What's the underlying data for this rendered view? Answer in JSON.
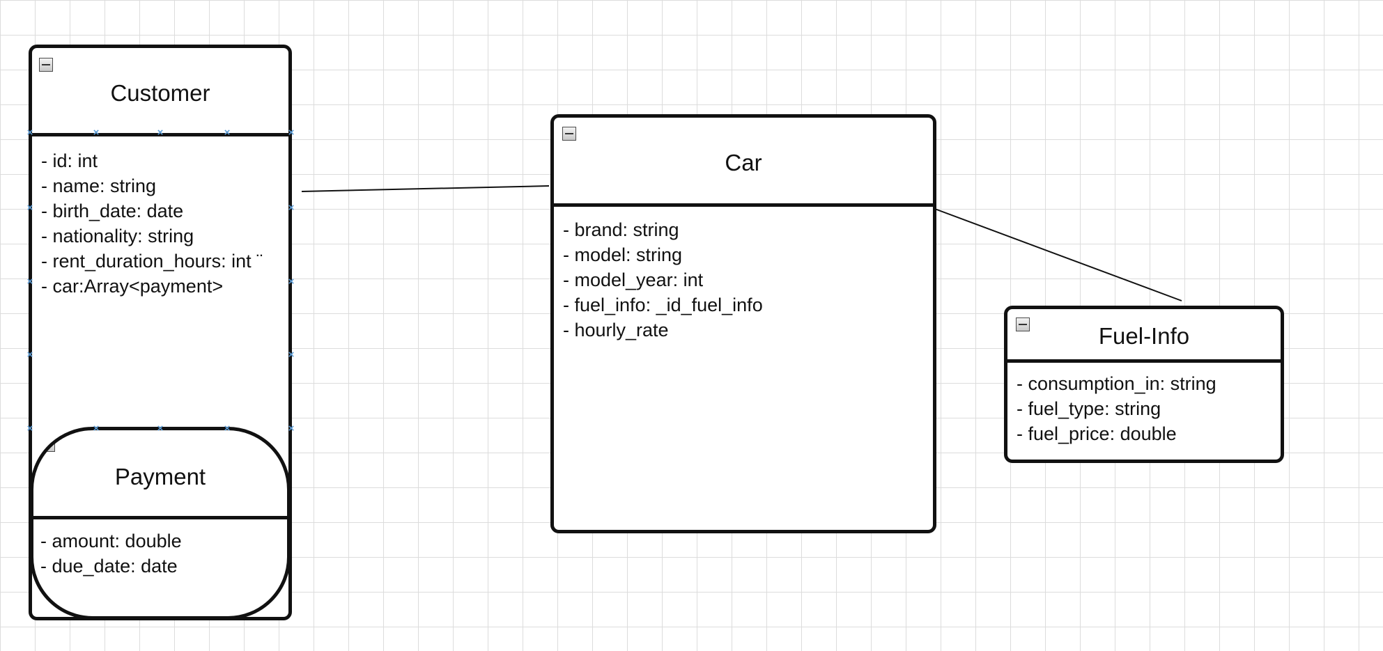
{
  "diagram": {
    "classes": {
      "customer": {
        "name": "Customer",
        "attributes": [
          "- id: int",
          "- name: string",
          "- birth_date: date",
          "- nationality: string",
          "- rent_duration_hours: int ¨",
          "- car:Array<payment>"
        ]
      },
      "payment": {
        "name": "Payment",
        "attributes": [
          "- amount: double",
          "- due_date: date"
        ]
      },
      "car": {
        "name": "Car",
        "attributes": [
          "- brand: string",
          "- model: string",
          "- model_year: int",
          "- fuel_info: _id_fuel_info",
          "- hourly_rate"
        ]
      },
      "fuel_info": {
        "name": "Fuel-Info",
        "attributes": [
          "- consumption_in: string",
          "- fuel_type: string",
          "- fuel_price: double"
        ]
      }
    },
    "icons": {
      "collapse": "collapse-icon",
      "selection_handle": "resize-handle-icon"
    },
    "selection_handle_glyph": "×",
    "colors": {
      "border": "#111111",
      "grid": "#dcdcdc",
      "selection_handle": "#5b9bd5",
      "background": "#ffffff"
    }
  }
}
